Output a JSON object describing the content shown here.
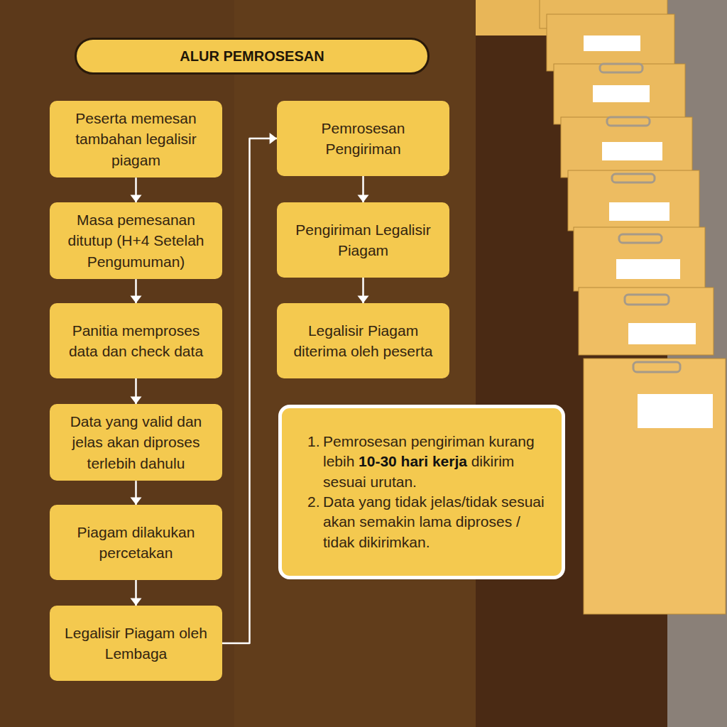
{
  "diagram": {
    "title": "ALUR PEMROSESAN",
    "nodes": [
      {
        "text": [
          "Peserta memesan tambahan legalisir piagam"
        ]
      },
      {
        "text": [
          "Masa pemesanan ditutup (H+4 Setelah Pengumuman)"
        ]
      },
      {
        "text": [
          "Panitia memproses data dan check data"
        ]
      },
      {
        "text": [
          "Data yang valid dan jelas akan diproses terlebih dahulu"
        ]
      },
      {
        "text": [
          "Piagam dilakukan percetakan"
        ]
      },
      {
        "text": [
          "Legalisir Piagam oleh Lembaga"
        ]
      },
      {
        "text": [
          "Pemrosesan Pengiriman"
        ]
      },
      {
        "text": [
          "Pengiriman Legalisir Piagam"
        ]
      },
      {
        "text": [
          "Legalisir Piagam diterima oleh peserta"
        ]
      },
      {
        "text": [
          "1.",
          "Pemrosesan pengiriman kurang lebih",
          "10-30 hari kerja",
          "dikirim sesuai urutan.",
          "2.",
          "Data yang tidak jelas/tidak sesuai akan semakin lama diproses / tidak dikirimkan."
        ]
      }
    ],
    "edges": [
      {
        "from": 0,
        "to": 1,
        "arrow": "to"
      },
      {
        "from": 1,
        "to": 2,
        "arrow": "to"
      },
      {
        "from": 2,
        "to": 3,
        "arrow": "to"
      },
      {
        "from": 3,
        "to": 4,
        "arrow": "to"
      },
      {
        "from": 4,
        "to": 5,
        "arrow": "to"
      },
      {
        "from": 5,
        "to": 6,
        "arrow": "to"
      },
      {
        "from": 6,
        "to": 7,
        "arrow": "to"
      },
      {
        "from": 7,
        "to": 8,
        "arrow": "to"
      }
    ]
  }
}
